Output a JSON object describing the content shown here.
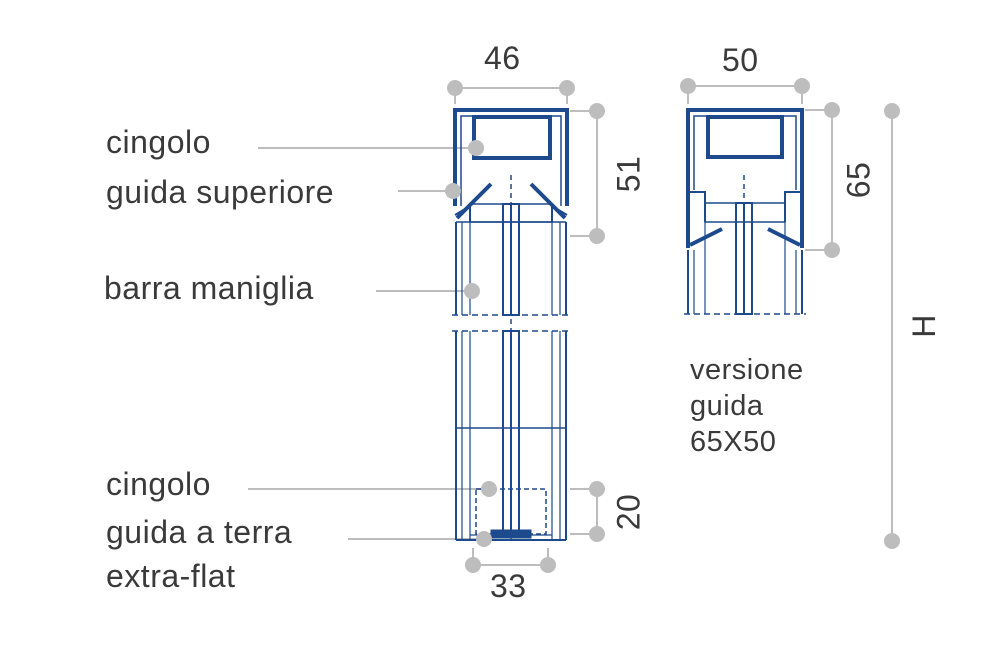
{
  "labels": {
    "cingolo_top": "cingolo",
    "guida_superiore": "guida superiore",
    "barra_maniglia": "barra maniglia",
    "cingolo_bottom": "cingolo",
    "guida_terra_line1": "guida a terra",
    "guida_terra_line2": "extra-flat"
  },
  "dimensions": {
    "width_top_left": "46",
    "height_top_left": "51",
    "width_bottom": "33",
    "height_bottom": "20",
    "width_top_right": "50",
    "height_top_right": "65",
    "total_height": "H"
  },
  "version_note": {
    "line1": "versione",
    "line2": "guida",
    "line3": "65X50"
  },
  "colors": {
    "profile": "#1d4a8c",
    "dimension_line": "#bdbdbd",
    "text": "#3a3a3a"
  }
}
